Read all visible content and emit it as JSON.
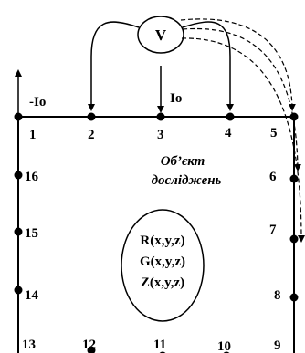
{
  "voltmeter": {
    "label": "V"
  },
  "currents": {
    "out": "-Io",
    "in": "Io"
  },
  "object": {
    "line1": "Об’єкт",
    "line2": "досліджень"
  },
  "parameters": [
    "R(x,y,z)",
    "G(x,y,z)",
    "Z(x,y,z)"
  ],
  "electrodes": {
    "top": [
      "1",
      "2",
      "3",
      "4",
      "5"
    ],
    "right": [
      "6",
      "7",
      "8",
      "9"
    ],
    "bottom": [
      "10",
      "11",
      "12",
      "13"
    ],
    "left": [
      "14",
      "15",
      "16"
    ]
  }
}
